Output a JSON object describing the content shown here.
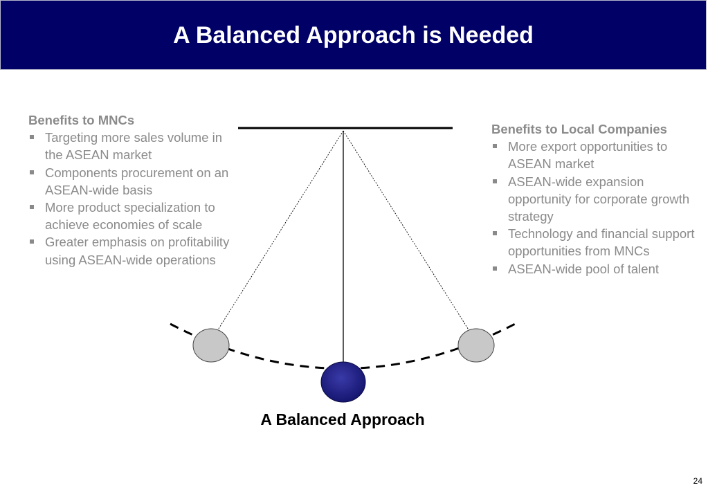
{
  "header": {
    "title": "A Balanced Approach is Needed"
  },
  "left_panel": {
    "heading": "Benefits to MNCs",
    "items": [
      "Targeting more sales volume in the ASEAN market",
      "Components procurement on an ASEAN-wide basis",
      "More product specialization to achieve economies of scale",
      "Greater emphasis on profitability using ASEAN-wide operations"
    ]
  },
  "right_panel": {
    "heading": "Benefits to Local Companies",
    "items": [
      "More export opportunities to ASEAN market",
      "ASEAN-wide expansion opportunity for corporate growth strategy",
      "Technology and financial support opportunities from MNCs",
      "ASEAN-wide pool of talent"
    ]
  },
  "diagram": {
    "caption": "A Balanced Approach",
    "center_bob_color": "#1a1a80",
    "side_bob_color": "#c8c8c8"
  },
  "footer": {
    "page_number": "24"
  }
}
